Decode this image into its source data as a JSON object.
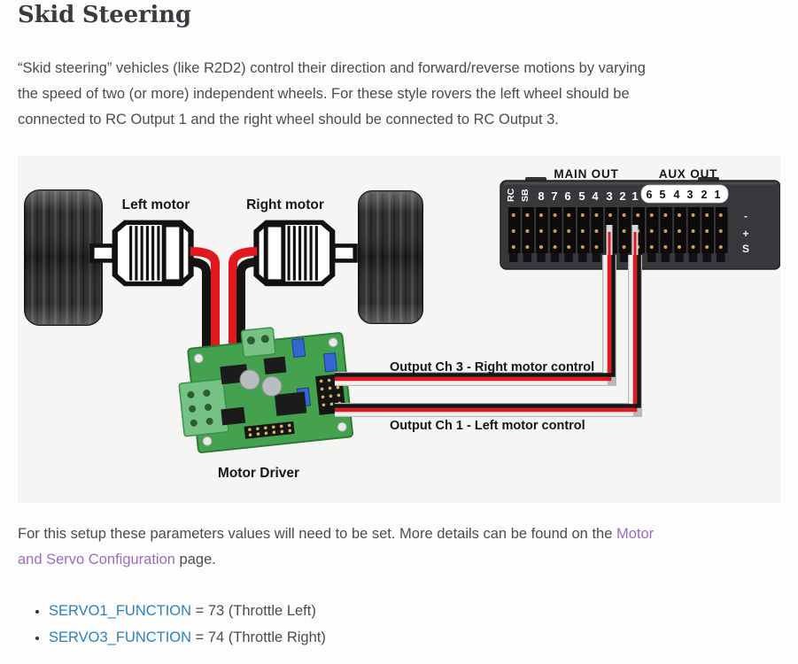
{
  "heading": "Skid Steering",
  "intro_lines": [
    "“Skid steering” vehicles (like R2D2) control their direction and forward/reverse motions by varying",
    "the speed of two (or more) independent wheels. For these style rovers the left wheel should be",
    "connected to RC Output 1 and the right wheel should be connected to RC Output 3."
  ],
  "setup_paragraph": {
    "line1_text": "For this setup these parameters values will need to be set. More details can be found on the ",
    "link_part1": "Motor",
    "link_part2": "and Servo Configuration",
    "line2_text": " page."
  },
  "parameters": [
    {
      "link_text": "SERVO1_FUNCTION",
      "value_text": " = 73 (Throttle Left)"
    },
    {
      "link_text": "SERVO3_FUNCTION",
      "value_text": " = 74 (Throttle Right)"
    }
  ],
  "diagram": {
    "left_motor_label": "Left motor",
    "right_motor_label": "Right motor",
    "motor_driver_label": "Motor Driver",
    "output_ch3_label": "Output Ch 3 - Right motor control",
    "output_ch1_label": "Output Ch 1 - Left motor control",
    "rc_module": {
      "main_out_label": "MAIN OUT",
      "aux_out_label": "AUX OUT",
      "main_pins": [
        "RC",
        "SB",
        "8",
        "7",
        "6",
        "5",
        "4",
        "3",
        "2",
        "1"
      ],
      "aux_pins": [
        "6",
        "5",
        "4",
        "3",
        "2",
        "1"
      ],
      "side_pins": [
        "-",
        "+",
        "S"
      ]
    },
    "colors": {
      "wire_red": "#e2181f",
      "wire_black": "#141414",
      "wire_white": "#f2f2f2",
      "board_green": "#44a24e",
      "terminal_green": "#76c285",
      "jumper_blue": "#3565d0",
      "module_gray": "#38383c"
    }
  },
  "link_colors": {
    "purple": "#9a6cc0",
    "blue": "#2c80bd"
  }
}
